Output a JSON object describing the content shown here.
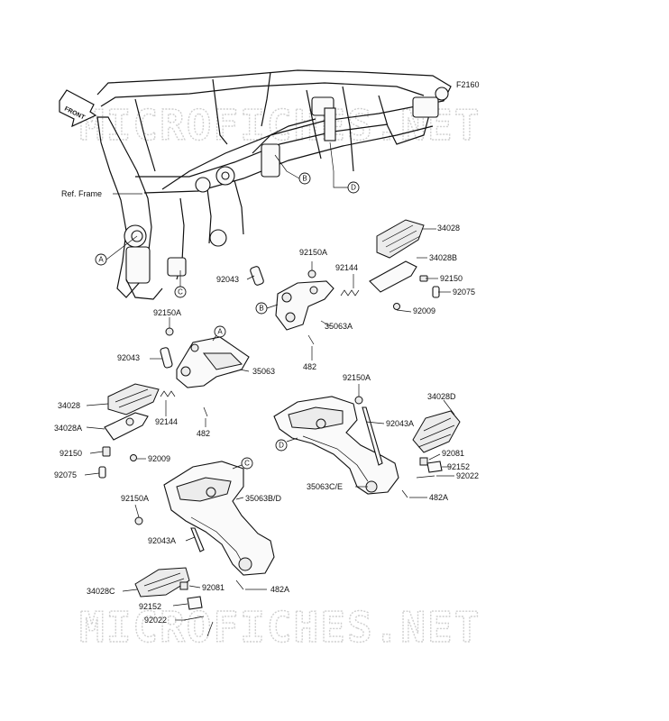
{
  "figure_code": "F2160",
  "watermark": "MICROFICHES.NET",
  "front_marker": "FRONT",
  "ref_frame": "Ref. Frame",
  "callout_letters": [
    "A",
    "B",
    "C",
    "D"
  ],
  "parts": {
    "p34028_top": "34028",
    "p34028b": "34028B",
    "p92150a_top": "92150A",
    "p92144_top": "92144",
    "p92150_top": "92150",
    "p92043_top": "92043",
    "p92075_top": "92075",
    "p92009_top": "92009",
    "p35063a": "35063A",
    "p482_top": "482",
    "p92150a_left": "92150A",
    "p92043_left": "92043",
    "p35063": "35063",
    "p34028_left": "34028",
    "p92144_left": "92144",
    "p34028a": "34028A",
    "p482_left": "482",
    "p92150_left": "92150",
    "p92009_left": "92009",
    "p92075_left": "92075",
    "p92150a_right": "92150A",
    "p92043a_right": "92043A",
    "p34028d": "34028D",
    "p92081_right": "92081",
    "p92152_right": "92152",
    "p92022_right": "92022",
    "p35063ce": "35063C/E",
    "p482a_right": "482A",
    "p92150a_bottom": "92150A",
    "p35063bd": "35063B/D",
    "p92043a_bottom": "92043A",
    "p34028c": "34028C",
    "p92081_bottom": "92081",
    "p482a_bottom": "482A",
    "p92152_bottom": "92152",
    "p92022_bottom": "92022"
  }
}
